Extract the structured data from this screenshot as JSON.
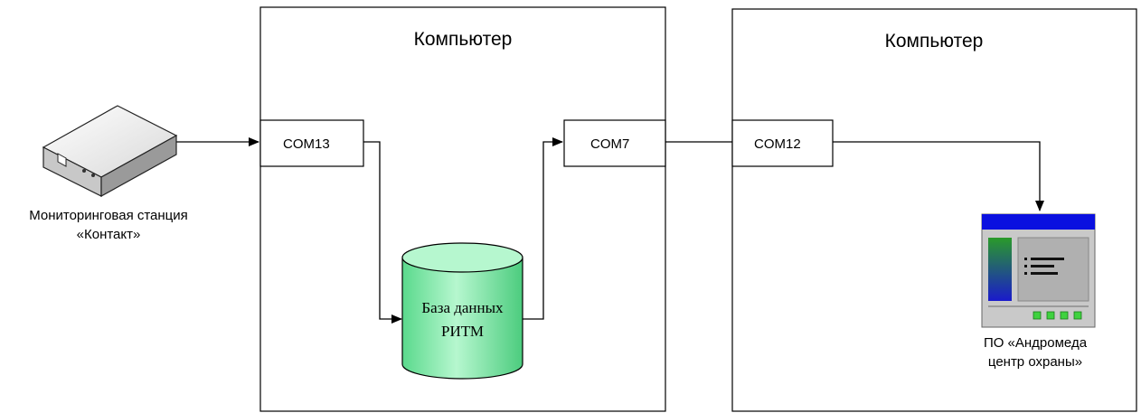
{
  "diagram": {
    "computer1": {
      "title": "Компьютер"
    },
    "computer2": {
      "title": "Компьютер"
    },
    "ports": {
      "com13": "COM13",
      "com7": "COM7",
      "com12": "COM12"
    },
    "database": {
      "line1": "База данных",
      "line2": "РИТМ"
    },
    "station": {
      "line1": "Мониторинговая станция",
      "line2": "«Контакт»"
    },
    "software": {
      "line1": "ПО «Андромеда",
      "line2": "центр охраны»"
    }
  },
  "colors": {
    "db_fill": "#8ef2b4",
    "app_titlebar": "#0a10e0",
    "app_gradient_top": "#2a9a2a",
    "app_gradient_bottom": "#1a1acc",
    "app_led": "#3fd23f"
  }
}
